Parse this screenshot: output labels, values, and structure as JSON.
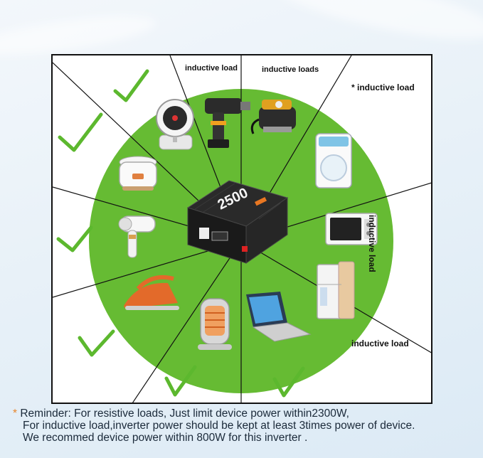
{
  "labels": {
    "top_left": "inductive load",
    "top_mid": "inductive loads",
    "top_right": "* inductive load",
    "right": "inductive load",
    "bottom_right": "inductive load"
  },
  "inverter": {
    "rating": "2500"
  },
  "reminder": {
    "star": "*",
    "line1": "Reminder: For resistive loads, Just limit device power within2300W,",
    "line2": "For inductive load,inverter power should be kept at least 3times power of device.",
    "line3": "We recommed device power within 800W for this inverter ."
  },
  "colors": {
    "circle": "#66bb33",
    "check": "#5cb82e",
    "inverter_body": "#1a1a1a",
    "inverter_accent": "#e87722"
  },
  "icons": [
    "fan-icon",
    "drill-icon",
    "air-compressor-icon",
    "washing-machine-icon",
    "microwave-icon",
    "refrigerator-icon",
    "laptop-icon",
    "heater-icon",
    "iron-icon",
    "hair-dryer-icon",
    "rice-cooker-icon",
    "inverter-icon",
    "check-icon"
  ]
}
